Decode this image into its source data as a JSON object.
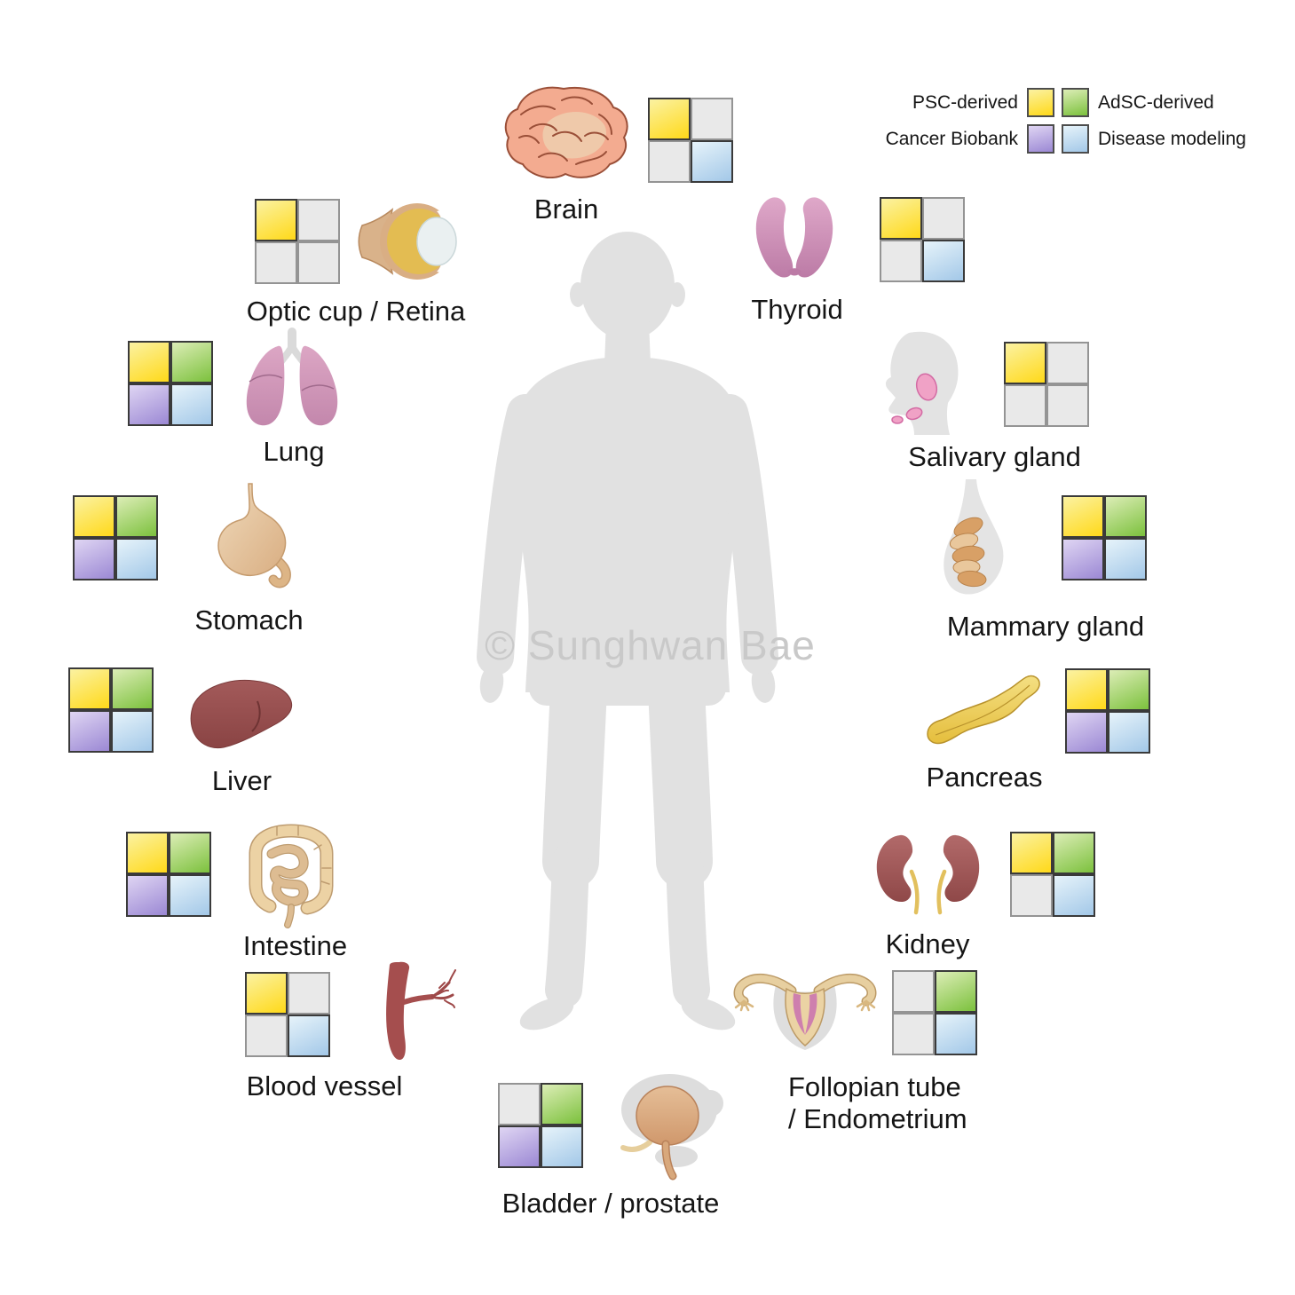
{
  "watermark": "© Sunghwan Bae",
  "legend": {
    "items": [
      {
        "key": "psc",
        "label": "PSC-derived",
        "color": "#FFD919"
      },
      {
        "key": "adsc",
        "label": "AdSC-derived",
        "color": "#7CC13D"
      },
      {
        "key": "cancer",
        "label": "Cancer Biobank",
        "color": "#9B88D4"
      },
      {
        "key": "disease",
        "label": "Disease modeling",
        "color": "#A3C8E8"
      }
    ],
    "empty_cell_color": "#E9E9E9"
  },
  "organs": [
    {
      "name": "Brain",
      "icon": "brain-icon",
      "cells": [
        "psc",
        "empty",
        "empty",
        "disease"
      ]
    },
    {
      "name": "Thyroid",
      "icon": "thyroid-icon",
      "cells": [
        "psc",
        "empty",
        "empty",
        "disease"
      ]
    },
    {
      "name": "Salivary gland",
      "icon": "salivary-gland-icon",
      "cells": [
        "psc",
        "empty",
        "empty",
        "empty"
      ]
    },
    {
      "name": "Mammary gland",
      "icon": "mammary-gland-icon",
      "cells": [
        "psc",
        "adsc",
        "cancer",
        "disease"
      ]
    },
    {
      "name": "Pancreas",
      "icon": "pancreas-icon",
      "cells": [
        "psc",
        "adsc",
        "cancer",
        "disease"
      ]
    },
    {
      "name": "Kidney",
      "icon": "kidney-icon",
      "cells": [
        "psc",
        "adsc",
        "empty",
        "disease"
      ]
    },
    {
      "name": "Follopian tube / Endometrium",
      "line1": "Follopian tube",
      "line2": "/ Endometrium",
      "icon": "fallopian-tube-uterus-icon",
      "cells": [
        "empty",
        "adsc",
        "empty",
        "disease"
      ]
    },
    {
      "name": "Bladder / prostate",
      "icon": "bladder-prostate-icon",
      "cells": [
        "empty",
        "adsc",
        "cancer",
        "disease"
      ]
    },
    {
      "name": "Blood vessel",
      "icon": "blood-vessel-icon",
      "cells": [
        "psc",
        "empty",
        "empty",
        "disease"
      ]
    },
    {
      "name": "Intestine",
      "icon": "intestine-icon",
      "cells": [
        "psc",
        "adsc",
        "cancer",
        "disease"
      ]
    },
    {
      "name": "Liver",
      "icon": "liver-icon",
      "cells": [
        "psc",
        "adsc",
        "cancer",
        "disease"
      ]
    },
    {
      "name": "Stomach",
      "icon": "stomach-icon",
      "cells": [
        "psc",
        "adsc",
        "cancer",
        "disease"
      ]
    },
    {
      "name": "Lung",
      "icon": "lung-icon",
      "cells": [
        "psc",
        "adsc",
        "cancer",
        "disease"
      ]
    },
    {
      "name": "Optic cup / Retina",
      "icon": "optic-cup-retina-icon",
      "cells": [
        "psc",
        "empty",
        "empty",
        "empty"
      ]
    }
  ]
}
